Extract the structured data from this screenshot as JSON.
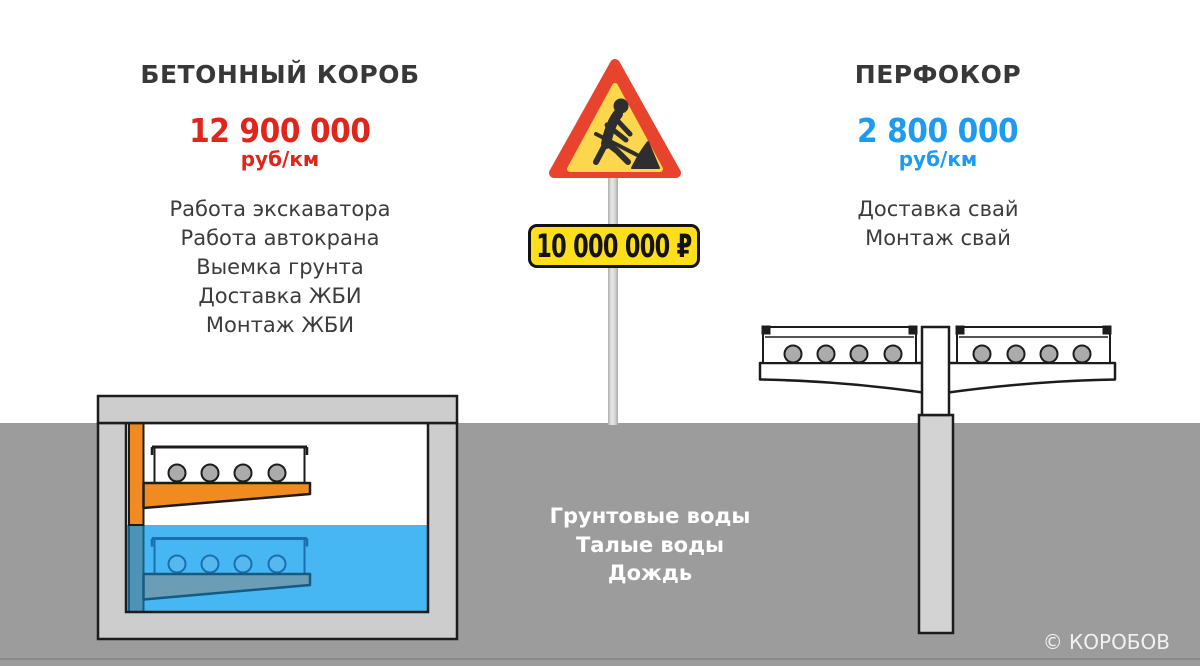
{
  "left_panel": {
    "title": "БЕТОННЫЙ КОРОБ",
    "price": "12 900 000",
    "unit": "руб/км",
    "accent_color": "#e0251c",
    "items": [
      "Работа экскаватора",
      "Работа автокрана",
      "Выемка грунта",
      "Доставка ЖБИ",
      "Монтаж ЖБИ"
    ]
  },
  "right_panel": {
    "title": "ПЕРФОКОР",
    "price": "2 800 000",
    "unit": "руб/км",
    "accent_color": "#1e9bef",
    "items": [
      "Доставка свай",
      "Монтаж свай"
    ]
  },
  "sign": {
    "plate_text": "10 000 000 ₽",
    "icon": "roadworks-warning-icon",
    "triangle_border_color": "#e8432c",
    "triangle_fill_color": "#fcd64d",
    "plate_fill_color": "#ffdf1b"
  },
  "ground_labels": [
    "Грунтовые воды",
    "Талые воды",
    "Дождь"
  ],
  "colors": {
    "ground": "#9c9c9c",
    "water": "#47b7f3",
    "concrete": "#cdcdcd",
    "orange_bracket": "#f08a21"
  },
  "copyright": "© КОРОБОВ"
}
